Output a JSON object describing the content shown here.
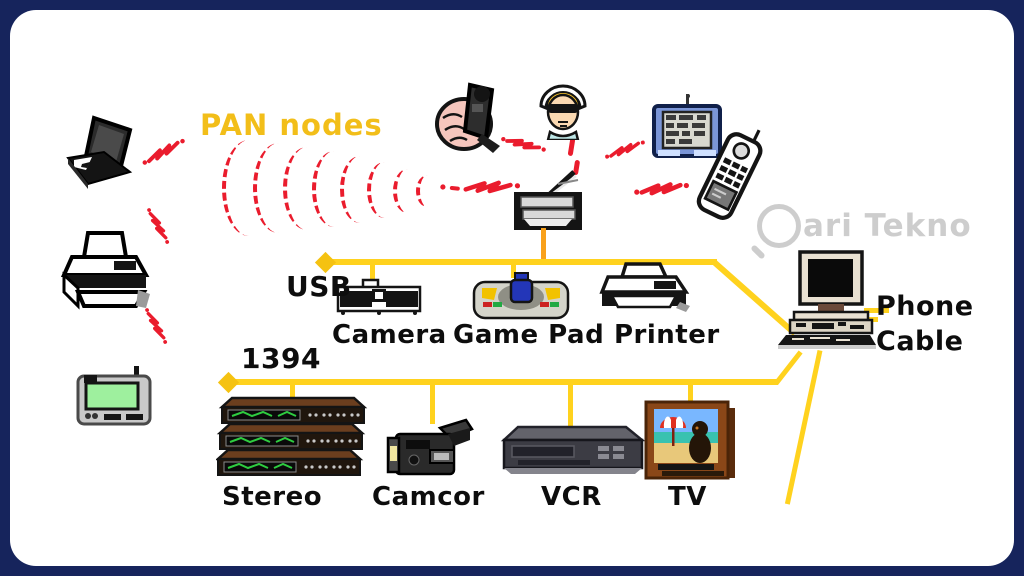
{
  "frame": {
    "border_color": "#16245C",
    "panel_color": "#FFFFFF"
  },
  "pan": {
    "label": "PAN nodes",
    "label_color": "#F2BE19",
    "signal_color": "#EA1C2D",
    "nodes": [
      {
        "id": "laptop",
        "icon": "laptop-icon"
      },
      {
        "id": "inkjet-printer",
        "icon": "printer-icon"
      },
      {
        "id": "pager",
        "icon": "pager-icon"
      },
      {
        "id": "hand-held-phone",
        "icon": "hand-phone-icon"
      },
      {
        "id": "user",
        "icon": "person-icon"
      },
      {
        "id": "pda",
        "icon": "pda-icon"
      },
      {
        "id": "cordless-phone",
        "icon": "cell-phone-icon"
      }
    ],
    "hub": {
      "id": "wireless-base-station",
      "icon": "base-station-icon"
    }
  },
  "buses": {
    "usb": {
      "label": "USB",
      "line_color": "#FFD21E",
      "devices": [
        {
          "id": "camera",
          "label": "Camera",
          "icon": "camera-icon"
        },
        {
          "id": "game-pad",
          "label": "Game Pad",
          "icon": "gamepad-icon"
        },
        {
          "id": "printer",
          "label": "Printer",
          "icon": "laser-printer-icon"
        }
      ]
    },
    "ieee1394": {
      "label": "1394",
      "line_color": "#FFD21E",
      "devices": [
        {
          "id": "stereo",
          "label": "Stereo",
          "icon": "stereo-rack-icon"
        },
        {
          "id": "camcorder",
          "label": "Camcor",
          "icon": "camcorder-icon"
        },
        {
          "id": "vcr",
          "label": "VCR",
          "icon": "vcr-icon"
        },
        {
          "id": "tv",
          "label": "TV",
          "icon": "tv-icon"
        }
      ]
    },
    "phone_cable": {
      "label_line1": "Phone",
      "label_line2": "Cable",
      "connects_to": {
        "id": "desktop-pc",
        "icon": "desktop-computer-icon"
      }
    }
  },
  "watermark": {
    "text": "ari Tekno",
    "icon": "magnifier-c-icon",
    "color": "#CBCBCB"
  }
}
